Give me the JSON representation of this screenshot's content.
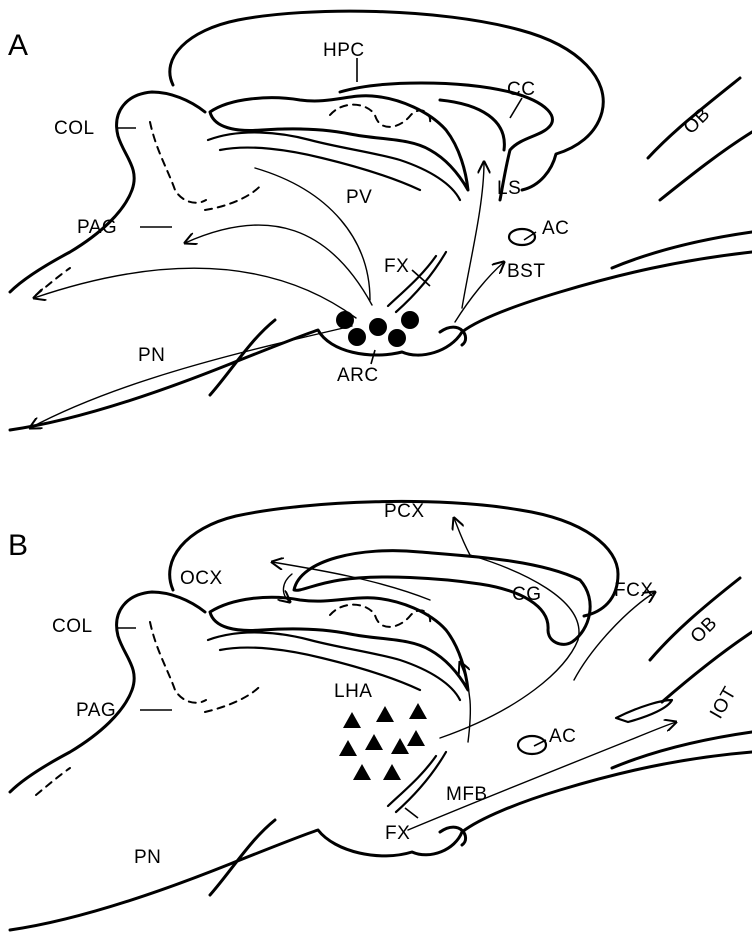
{
  "panel_a": {
    "letter": "A",
    "labels": {
      "hpc": "HPC",
      "cc": "CC",
      "ob": "OB",
      "col": "COL",
      "pv": "PV",
      "ls": "LS",
      "pag": "PAG",
      "ac": "AC",
      "fx": "FX",
      "bst": "BST",
      "pn": "PN",
      "arc": "ARC"
    }
  },
  "panel_b": {
    "letter": "B",
    "labels": {
      "pcx": "PCX",
      "ocx": "OCX",
      "cg": "CG",
      "fcx": "FCX",
      "ob": "OB",
      "col": "COL",
      "iot": "IOT",
      "pag": "PAG",
      "ac": "AC",
      "lha": "LHA",
      "mfb": "MFB",
      "fx": "FX",
      "pn": "PN"
    }
  }
}
